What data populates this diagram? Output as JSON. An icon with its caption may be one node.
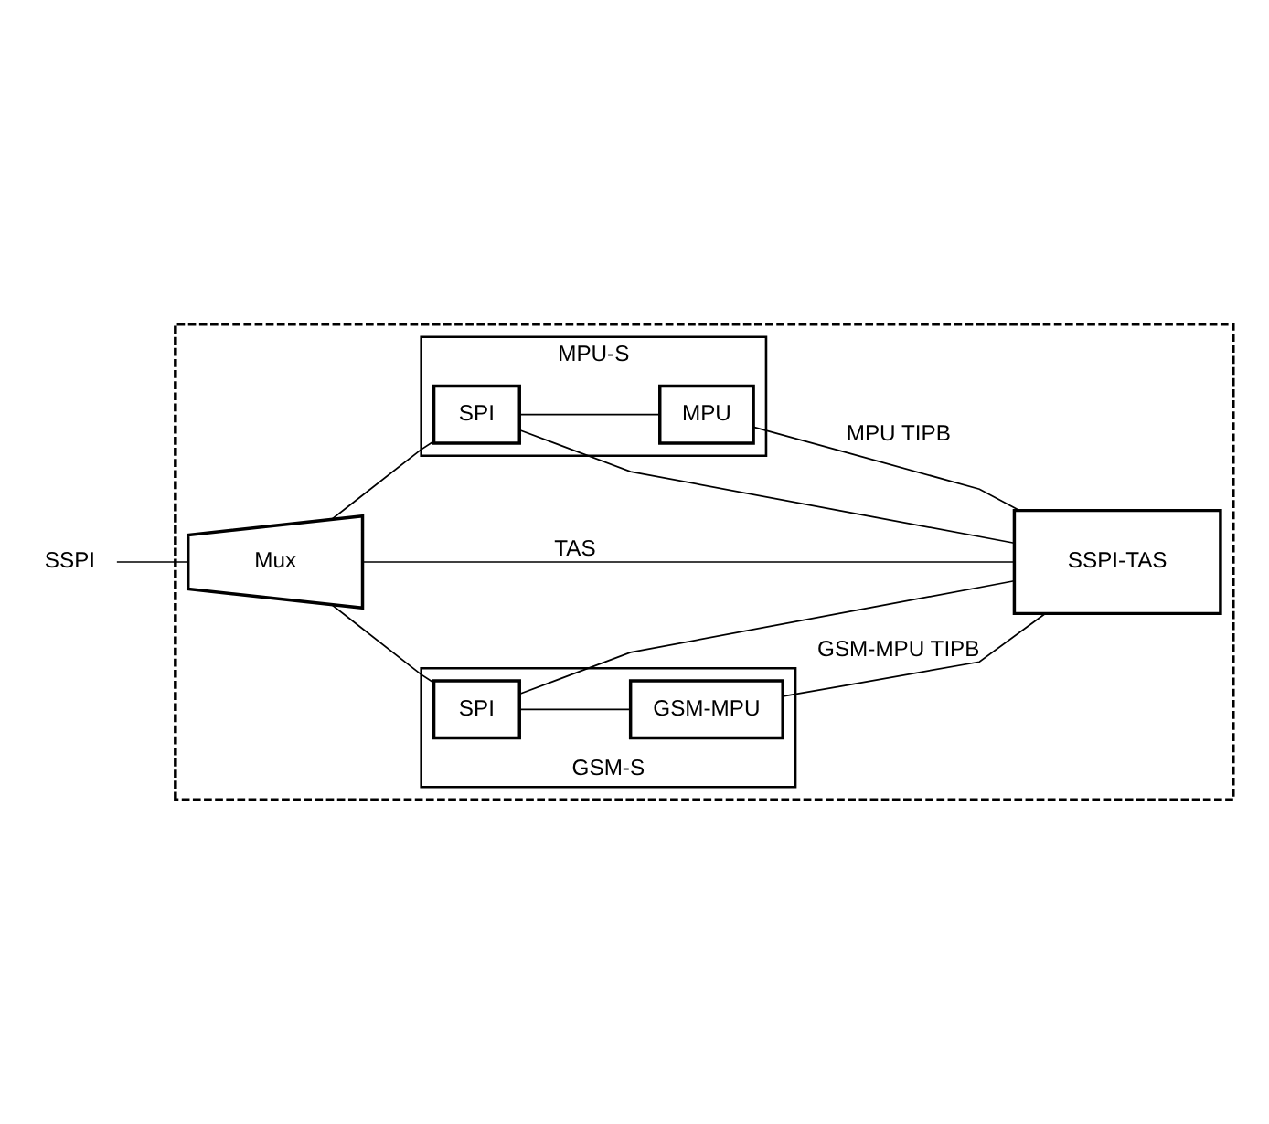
{
  "diagram": {
    "nodes": [
      {
        "text": [],
        "shape": "box"
      },
      {
        "text": [
          "GSM-S"
        ],
        "in": 0
      },
      {
        "text": [
          "SPI"
        ],
        "in": 1
      },
      {
        "text": [
          "GSM-MPU"
        ],
        "in": 1
      },
      {
        "text": [
          "Mux"
        ],
        "in": 0
      },
      {
        "text": [
          "SSPI-TAS"
        ],
        "in": 0
      },
      {
        "text": [
          "MPU-S"
        ],
        "in": 0
      },
      {
        "text": [
          "SPI"
        ],
        "in": 6
      },
      {
        "text": [
          "MPU"
        ],
        "in": 6
      },
      {
        "text": [
          "SSPI"
        ]
      }
    ],
    "edges": [
      {
        "from": 9,
        "to": 4,
        "arrow": "none"
      },
      {
        "from": 4,
        "to": 2,
        "arrow": "none"
      },
      {
        "from": 2,
        "to": 3,
        "arrow": "none"
      },
      {
        "from": 2,
        "to": 5,
        "arrow": "none"
      },
      {
        "from": 3,
        "to": 5,
        "arrow": "none",
        "label": "GSM-MPU TIPB"
      },
      {
        "from": 4,
        "to": 5,
        "arrow": "none",
        "label": "TAS"
      },
      {
        "from": 4,
        "to": 7,
        "arrow": "none"
      },
      {
        "from": 7,
        "to": 8,
        "arrow": "none"
      },
      {
        "from": 7,
        "to": 5,
        "arrow": "none"
      },
      {
        "from": 8,
        "to": 5,
        "arrow": "none",
        "label": "MPU TIPB"
      }
    ]
  }
}
